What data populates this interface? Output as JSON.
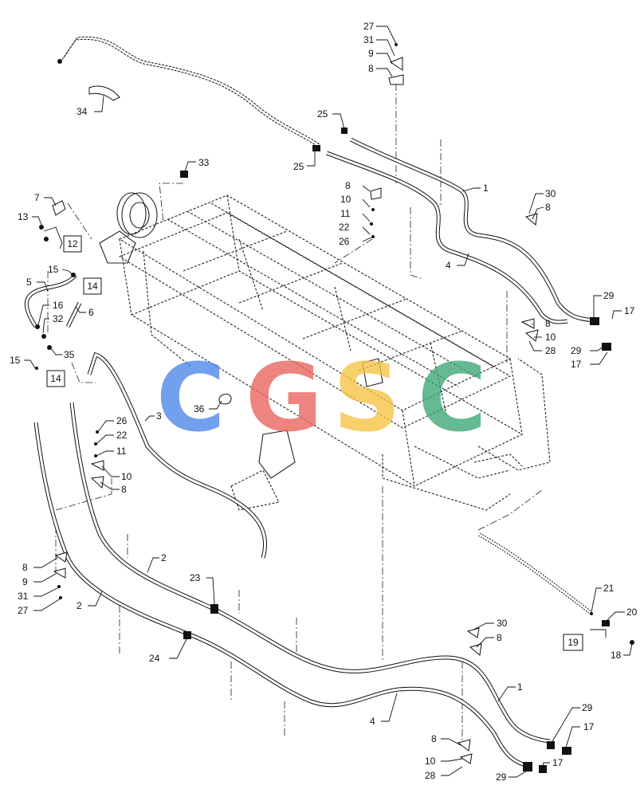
{
  "watermark": {
    "letters": [
      {
        "char": "C",
        "color": "#4a86e8"
      },
      {
        "char": "G",
        "color": "#e8625c"
      },
      {
        "char": "S",
        "color": "#f6c342"
      },
      {
        "char": "C",
        "color": "#3aa776"
      }
    ]
  },
  "callouts": [
    {
      "id": "c27a",
      "text": "27"
    },
    {
      "id": "c31a",
      "text": "31"
    },
    {
      "id": "c9a",
      "text": "9"
    },
    {
      "id": "c8a",
      "text": "8"
    },
    {
      "id": "c34",
      "text": "34"
    },
    {
      "id": "c25a",
      "text": "25"
    },
    {
      "id": "c25b",
      "text": "25"
    },
    {
      "id": "c33",
      "text": "33"
    },
    {
      "id": "c7",
      "text": "7"
    },
    {
      "id": "c13",
      "text": "13"
    },
    {
      "id": "c8b",
      "text": "8"
    },
    {
      "id": "c10a",
      "text": "10"
    },
    {
      "id": "c11a",
      "text": "11"
    },
    {
      "id": "c22a",
      "text": "22"
    },
    {
      "id": "c26a",
      "text": "26"
    },
    {
      "id": "c1a",
      "text": "1"
    },
    {
      "id": "c30a",
      "text": "30"
    },
    {
      "id": "c8c",
      "text": "8"
    },
    {
      "id": "c4a",
      "text": "4"
    },
    {
      "id": "c15a",
      "text": "15"
    },
    {
      "id": "c5",
      "text": "5"
    },
    {
      "id": "c16",
      "text": "16"
    },
    {
      "id": "c32",
      "text": "32"
    },
    {
      "id": "c6",
      "text": "6"
    },
    {
      "id": "c35",
      "text": "35"
    },
    {
      "id": "c15b",
      "text": "15"
    },
    {
      "id": "c29a",
      "text": "29"
    },
    {
      "id": "c17a",
      "text": "17"
    },
    {
      "id": "c8d",
      "text": "8"
    },
    {
      "id": "c10b",
      "text": "10"
    },
    {
      "id": "c28a",
      "text": "28"
    },
    {
      "id": "c29b",
      "text": "29"
    },
    {
      "id": "c17b",
      "text": "17"
    },
    {
      "id": "c36",
      "text": "36"
    },
    {
      "id": "c3",
      "text": "3"
    },
    {
      "id": "c26b",
      "text": "26"
    },
    {
      "id": "c22b",
      "text": "22"
    },
    {
      "id": "c11b",
      "text": "11"
    },
    {
      "id": "c10c",
      "text": "10"
    },
    {
      "id": "c8e",
      "text": "8"
    },
    {
      "id": "c2a",
      "text": "2"
    },
    {
      "id": "c8f",
      "text": "8"
    },
    {
      "id": "c9b",
      "text": "9"
    },
    {
      "id": "c31b",
      "text": "31"
    },
    {
      "id": "c27b",
      "text": "27"
    },
    {
      "id": "c2b",
      "text": "2"
    },
    {
      "id": "c23",
      "text": "23"
    },
    {
      "id": "c24",
      "text": "24"
    },
    {
      "id": "c21",
      "text": "21"
    },
    {
      "id": "c20",
      "text": "20"
    },
    {
      "id": "c18",
      "text": "18"
    },
    {
      "id": "c30b",
      "text": "30"
    },
    {
      "id": "c8g",
      "text": "8"
    },
    {
      "id": "c1b",
      "text": "1"
    },
    {
      "id": "c4b",
      "text": "4"
    },
    {
      "id": "c29c",
      "text": "29"
    },
    {
      "id": "c17c",
      "text": "17"
    },
    {
      "id": "c8h",
      "text": "8"
    },
    {
      "id": "c10d",
      "text": "10"
    },
    {
      "id": "c28b",
      "text": "28"
    },
    {
      "id": "c29d",
      "text": "29"
    },
    {
      "id": "c17d",
      "text": "17"
    }
  ],
  "boxed_callouts": [
    {
      "id": "b12",
      "text": "12"
    },
    {
      "id": "b14a",
      "text": "14"
    },
    {
      "id": "b14b",
      "text": "14"
    },
    {
      "id": "b19",
      "text": "19"
    }
  ]
}
